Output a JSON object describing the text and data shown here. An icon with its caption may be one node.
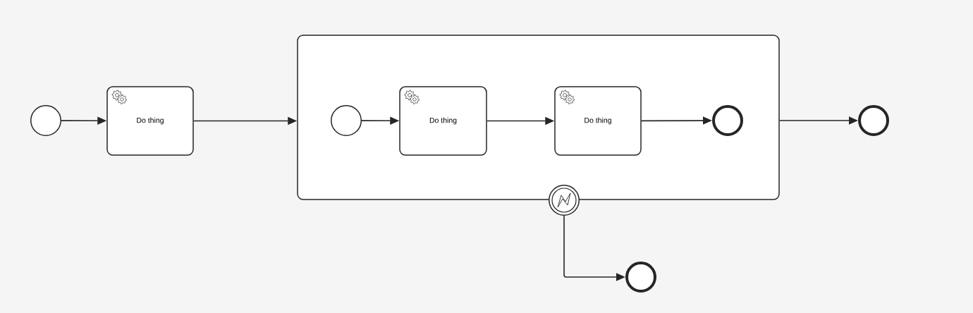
{
  "diagram": {
    "nodes": [
      {
        "text": [],
        "shape": "circle"
      },
      {
        "text": [
          "Do thing"
        ]
      },
      {
        "text": [],
        "shape": "box"
      },
      {
        "text": [],
        "shape": "circle",
        "in": 2
      },
      {
        "text": [
          "Do thing"
        ],
        "in": 2
      },
      {
        "text": [
          "Do thing"
        ],
        "in": 2
      },
      {
        "text": [],
        "shape": "circle",
        "in": 2
      },
      {
        "text": [],
        "shape": "circle"
      },
      {
        "text": [],
        "shape": "circle"
      },
      {
        "text": [],
        "shape": "circle"
      }
    ],
    "edges": [
      {
        "from": 0,
        "to": 1,
        "arrow": "to"
      },
      {
        "from": 1,
        "to": 2,
        "arrow": "to"
      },
      {
        "from": 3,
        "to": 4,
        "arrow": "to"
      },
      {
        "from": 4,
        "to": 5,
        "arrow": "to"
      },
      {
        "from": 5,
        "to": 6,
        "arrow": "to"
      },
      {
        "from": 2,
        "to": 7,
        "arrow": "to"
      },
      {
        "from": 8,
        "to": 9,
        "arrow": "to"
      }
    ]
  }
}
